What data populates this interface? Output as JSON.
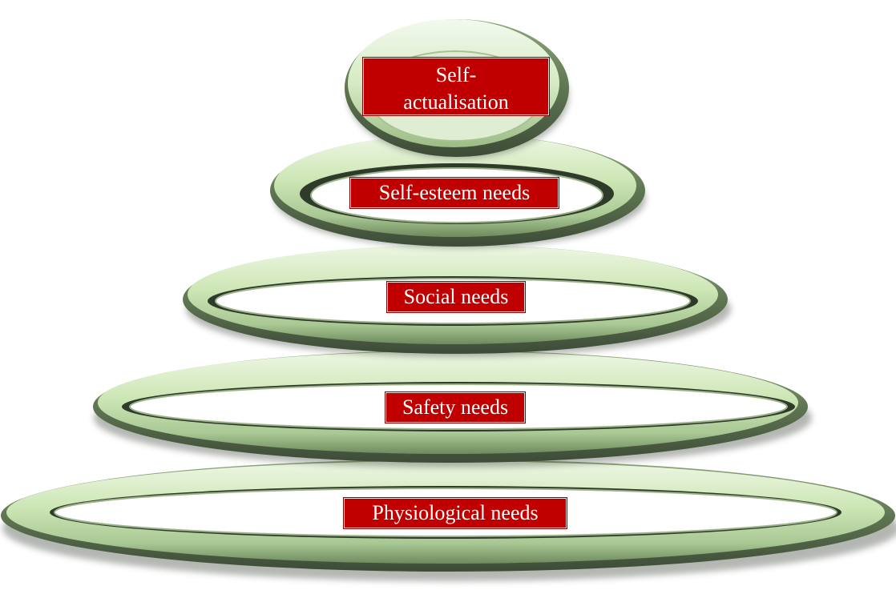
{
  "diagram": {
    "tiers": [
      {
        "id": "self-actualisation",
        "label": "Self-actualisation",
        "line1": "Self-",
        "line2": "actualisation"
      },
      {
        "id": "self-esteem",
        "label": "Self-esteem needs"
      },
      {
        "id": "social",
        "label": "Social needs"
      },
      {
        "id": "safety",
        "label": "Safety needs"
      },
      {
        "id": "physiological",
        "label": "Physiological needs"
      }
    ],
    "colors": {
      "ring_light": "#e6f3d8",
      "ring_mid": "#c6e0ae",
      "ring_dark": "#6f8a5e",
      "ring_shadow": "#4a5a42",
      "label_bg": "#c00000",
      "label_text": "#ffffff"
    }
  }
}
